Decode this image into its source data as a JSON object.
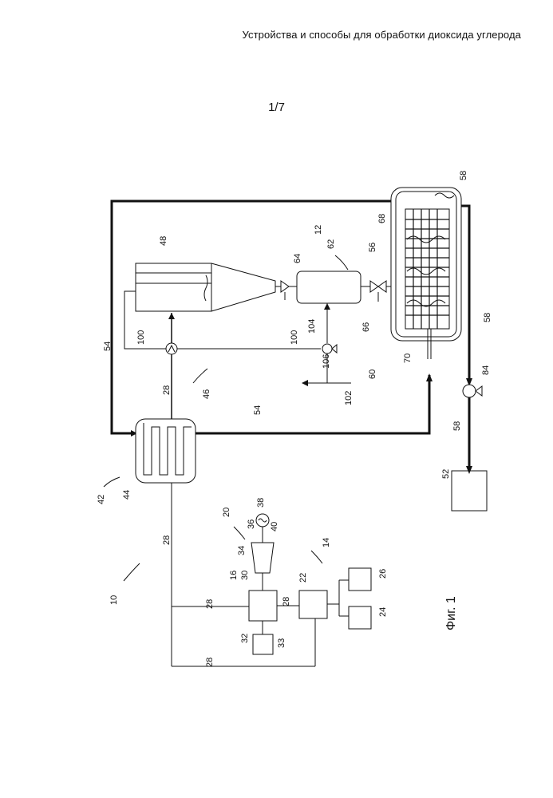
{
  "header": "Устройства и способы для обработки диоксида углерода",
  "page_number": "1/7",
  "figure_caption": "Фиг. 1",
  "ref_numbers": {
    "n10": "10",
    "n12": "12",
    "n14": "14",
    "n16": "16",
    "n20": "20",
    "n22": "22",
    "n24": "24",
    "n26": "26",
    "n28": "28",
    "n30": "30",
    "n32": "32",
    "n33": "33",
    "n34": "34",
    "n36": "36",
    "n38": "38",
    "n40": "40",
    "n42": "42",
    "n44": "44",
    "n46": "46",
    "n48": "48",
    "n52": "52",
    "n54": "54",
    "n56": "56",
    "n58": "58",
    "n60": "60",
    "n62": "62",
    "n64": "64",
    "n66": "66",
    "n68": "68",
    "n70": "70",
    "n84": "84",
    "n100": "100",
    "n102": "102",
    "n104": "104",
    "n106": "106"
  }
}
